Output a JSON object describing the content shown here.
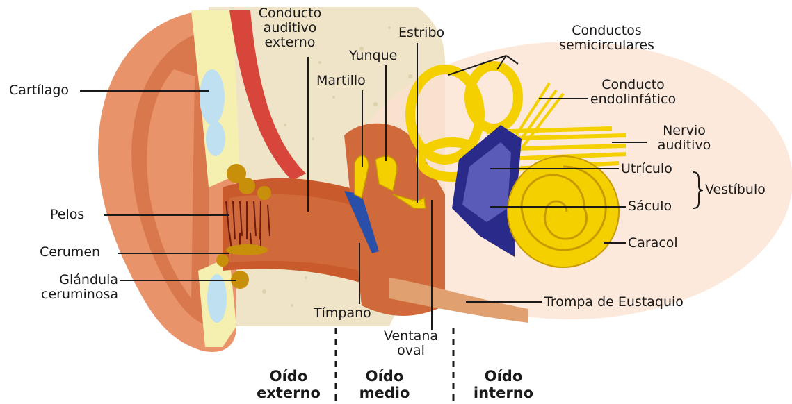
{
  "labels": {
    "conducto_auditivo_externo": [
      "Conducto",
      "auditivo",
      "externo"
    ],
    "yunque": "Yunque",
    "estribo": "Estribo",
    "martillo": "Martillo",
    "conductos_semicirculares": [
      "Conductos",
      "semicirculares"
    ],
    "conducto_endolinfatico": [
      "Conducto",
      "endolinfático"
    ],
    "cartilago": "Cartílago",
    "nervio_auditivo": [
      "Nervio",
      "auditivo"
    ],
    "utriculo": "Utrículo",
    "vestibulo": "Vestíbulo",
    "saculo": "Sáculo",
    "pelos": "Pelos",
    "caracol": "Caracol",
    "cerumen": "Cerumen",
    "glandula_ceruminosa": [
      "Glándula",
      "ceruminosa"
    ],
    "timpano": "Tímpano",
    "trompa_de_eustaquio": "Trompa de Eustaquio",
    "ventana_oval": [
      "Ventana",
      "oval"
    ]
  },
  "regions": {
    "oido_externo": [
      "Oído",
      "externo"
    ],
    "oido_medio": [
      "Oído",
      "medio"
    ],
    "oido_interno": [
      "Oído",
      "interno"
    ]
  },
  "colors": {
    "skin": "#e8936a",
    "canal": "#c85a2c",
    "cartilage": "#f5f0b0",
    "cartilage_inner": "#bfe0f0",
    "bone": "#efe4c8",
    "inner_ear_yellow": "#f5d000",
    "vestibule_blue": "#2a2a8a",
    "cerumen_gold": "#c8900a",
    "eardrum_blue": "#2a4fa8"
  }
}
